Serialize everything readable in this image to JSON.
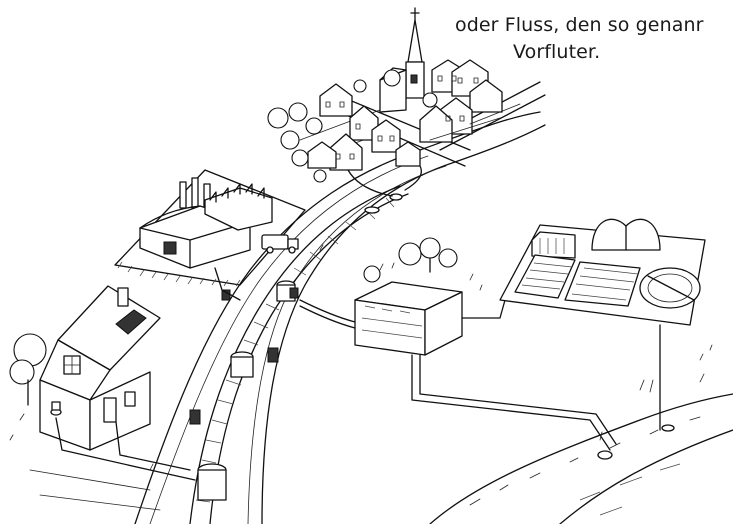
{
  "caption": {
    "line1": "oder Fluss, den so genanr",
    "line2": "Vorfluter."
  },
  "illustration": {
    "scenes": [
      "village-with-church",
      "factory",
      "house-cutaway",
      "sewer-main",
      "rain-overflow-basin",
      "sewage-treatment-plant",
      "river"
    ],
    "colors": {
      "ink": "#111111",
      "background": "#ffffff"
    }
  }
}
